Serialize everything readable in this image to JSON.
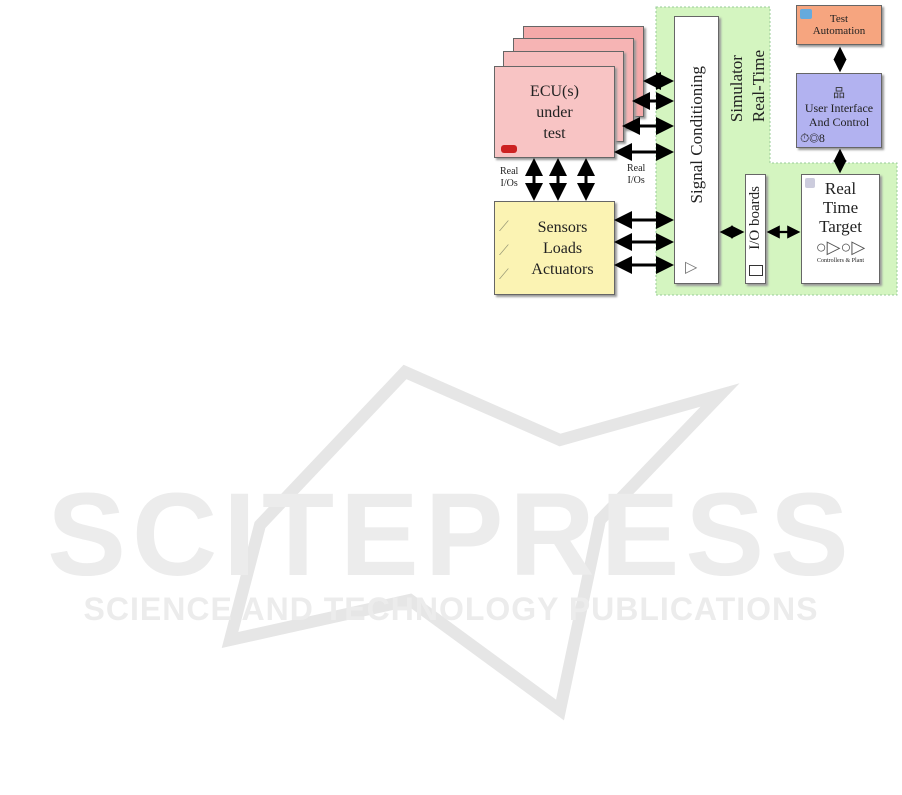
{
  "watermark": {
    "brand": "SCITEPRESS",
    "tagline": "SCIENCE AND TECHNOLOGY PUBLICATIONS"
  },
  "diagram": {
    "ecu": "ECU(s)\nunder\ntest",
    "ecu_lines": [
      "ECU(s)",
      "under",
      "test"
    ],
    "sensors_lines": [
      "Sensors",
      "Loads",
      "Actuators"
    ],
    "real_ios_left": [
      "Real",
      "I/Os"
    ],
    "real_ios_right": [
      "Real",
      "I/Os"
    ],
    "signal_conditioning": "Signal Conditioning",
    "simulator_lines": [
      "Real-Time",
      "Simulator"
    ],
    "io_boards": "I/O boards",
    "rtt_lines": [
      "Real",
      "Time",
      "Target"
    ],
    "rtt_caption": "Controllers & Plant",
    "test_automation_lines": [
      "Test",
      "Automation"
    ],
    "ui_lines": [
      "User Interface",
      "And  Control"
    ],
    "colors": {
      "ecu": "#f8c4c4",
      "sensors": "#fbf3b3",
      "simulator": "#d4f5c0",
      "test_automation": "#f6a57f",
      "ui": "#b2b2f0"
    }
  }
}
